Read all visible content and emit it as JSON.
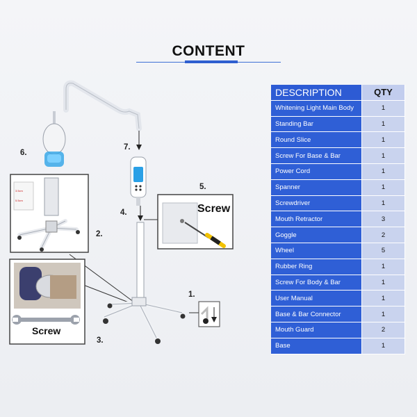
{
  "title": "CONTENT",
  "table": {
    "header_description": "DESCRIPTION",
    "header_qty": "QTY",
    "rows": [
      {
        "description": "Whitening Light Main Body",
        "qty": "1"
      },
      {
        "description": "Standing Bar",
        "qty": "1"
      },
      {
        "description": "Round Slice",
        "qty": "1"
      },
      {
        "description": "Screw For Base & Bar",
        "qty": "1"
      },
      {
        "description": "Power Cord",
        "qty": "1"
      },
      {
        "description": "Spanner",
        "qty": "1"
      },
      {
        "description": "Screwdriver",
        "qty": "1"
      },
      {
        "description": "Mouth Retractor",
        "qty": "3"
      },
      {
        "description": "Goggle",
        "qty": "2"
      },
      {
        "description": "Wheel",
        "qty": "5"
      },
      {
        "description": "Rubber Ring",
        "qty": "1"
      },
      {
        "description": "Screw For Body & Bar",
        "qty": "1"
      },
      {
        "description": "User Manual",
        "qty": "1"
      },
      {
        "description": "Base & Bar Connector",
        "qty": "1"
      },
      {
        "description": "Mouth Guard",
        "qty": "2"
      },
      {
        "description": "Base",
        "qty": "1"
      }
    ]
  },
  "labels": {
    "step1": "1.",
    "step2": "2.",
    "step3": "3.",
    "step4": "4.",
    "step5": "5.",
    "step6": "6.",
    "step7": "7."
  },
  "screw_label_top": "Screw",
  "screw_label_bottom": "Screw",
  "colors": {
    "table_blue": "#2f5fd6",
    "qty_cell": "#c9d3ee",
    "lamp_blue": "#3aa8e8"
  }
}
